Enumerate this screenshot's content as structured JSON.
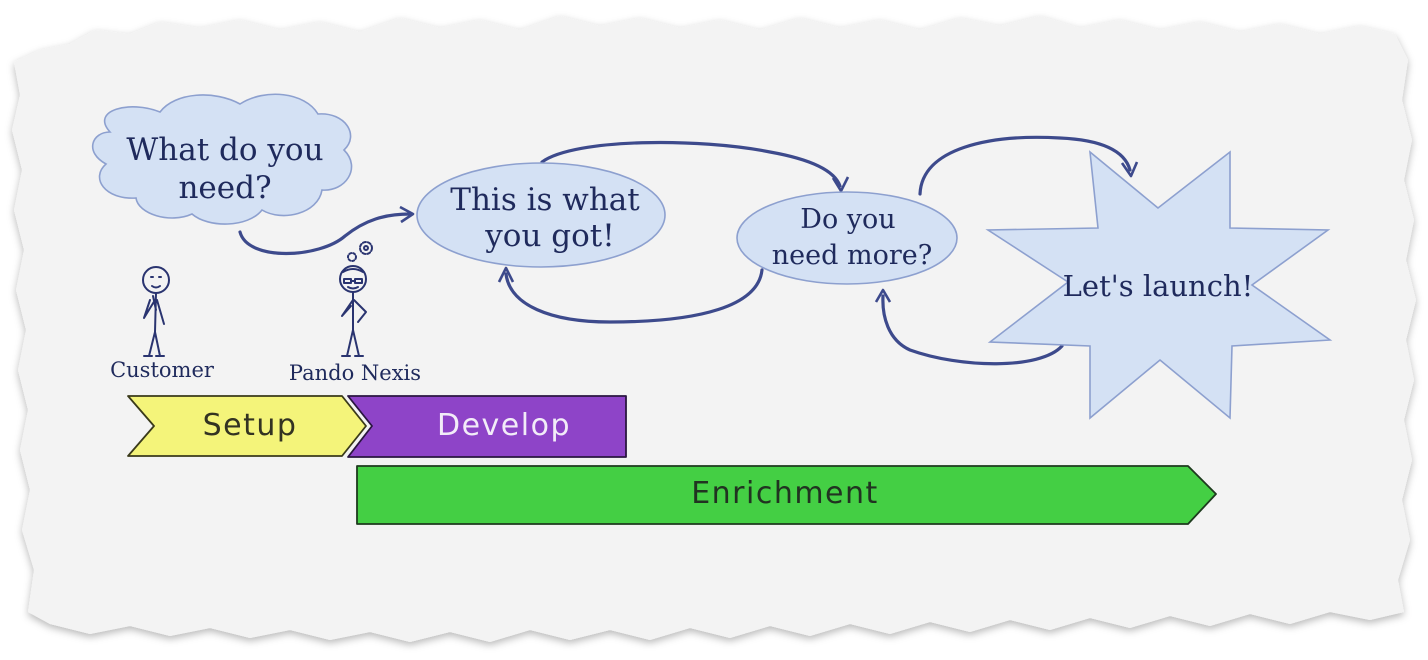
{
  "bubbles": {
    "need": {
      "line1": "What do you",
      "line2": "need?"
    },
    "got": {
      "line1": "This is what",
      "line2": "you got!"
    },
    "more": {
      "line1": "Do you",
      "line2": "need more?"
    },
    "launch": {
      "label": "Let's launch!"
    }
  },
  "people": {
    "customer": "Customer",
    "pando": "Pando Nexis"
  },
  "phases": {
    "setup": "Setup",
    "develop": "Develop",
    "enrichment": "Enrichment"
  },
  "colors": {
    "paper": "#f3f3f3",
    "bubble_fill": "#d4e1f4",
    "arrow": "#3d4a8c",
    "setup": "#f4f47a",
    "develop": "#8e44c8",
    "enrichment": "#44cf44"
  }
}
